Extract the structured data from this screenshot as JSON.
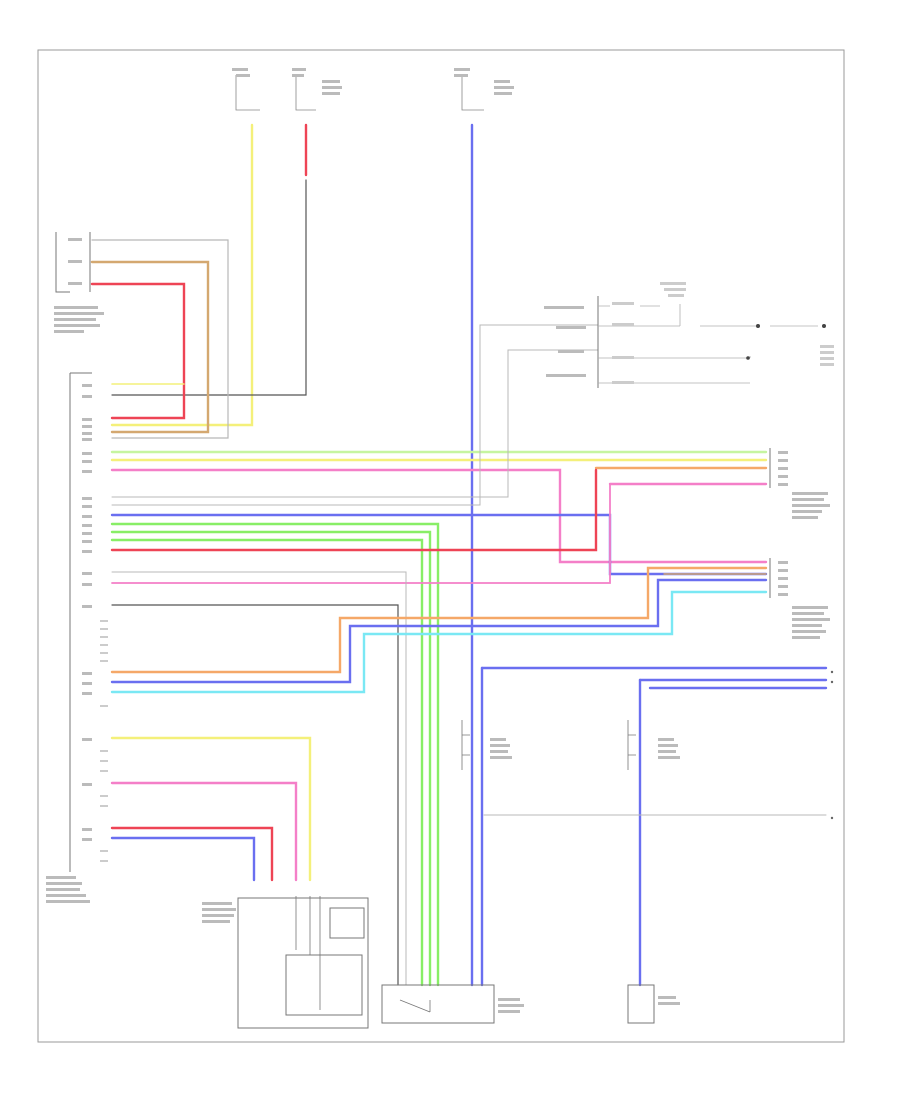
{
  "page_label": "",
  "wire_colors": {
    "yellow": "#f4f07a",
    "red": "#ee4455",
    "pink": "#f47fc8",
    "green": "#88ee66",
    "light_green": "#c6f5a0",
    "blue": "#6a6ff0",
    "cyan": "#7ae8f4",
    "orange": "#f5a868",
    "tan": "#d4a870",
    "gray": "#b8b8b8",
    "black": "#555555"
  },
  "components": [
    {
      "id": "top-left-connector",
      "label": ""
    },
    {
      "id": "left-upper-connector",
      "label": ""
    },
    {
      "id": "control-module",
      "label": ""
    },
    {
      "id": "right-upper-block",
      "label": ""
    },
    {
      "id": "right-connector-1",
      "label": ""
    },
    {
      "id": "right-connector-2",
      "label": ""
    },
    {
      "id": "sensor-1",
      "label": ""
    },
    {
      "id": "sensor-2",
      "label": ""
    },
    {
      "id": "bottom-left-module",
      "label": ""
    },
    {
      "id": "bottom-center-module",
      "label": ""
    },
    {
      "id": "bottom-right-module",
      "label": ""
    }
  ]
}
